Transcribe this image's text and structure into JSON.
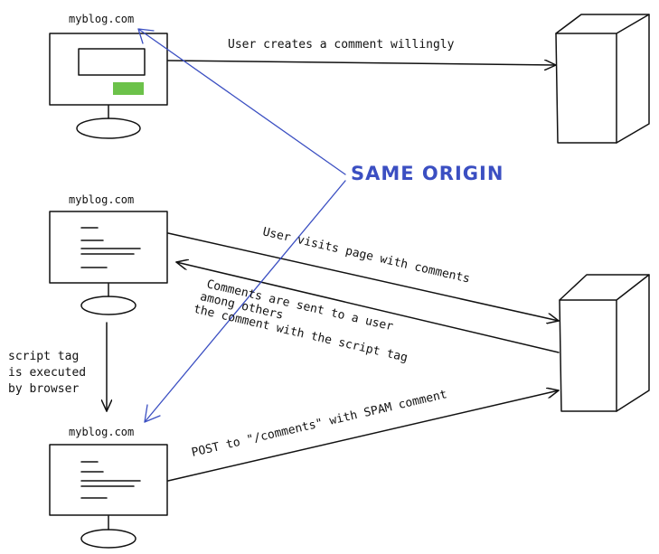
{
  "labels": {
    "monitor_top": "myblog.com",
    "monitor_mid": "myblog.com",
    "monitor_bottom": "myblog.com",
    "same_origin": "SAME ORIGIN",
    "arrow_create": "User creates a comment willingly",
    "arrow_visit": "User visits page with comments",
    "arrow_sent_line1": "Comments are sent to a user",
    "arrow_sent_line2": "among others",
    "arrow_sent_line3": "the comment with the script tag",
    "script_line1": "script tag",
    "script_line2": "is executed",
    "script_line3": "by browser",
    "arrow_post": "POST to \"/comments\" with SPAM comment"
  },
  "colors": {
    "same_origin": "#3b4fc2",
    "button_green": "#6cc24a",
    "ink": "#111111"
  }
}
